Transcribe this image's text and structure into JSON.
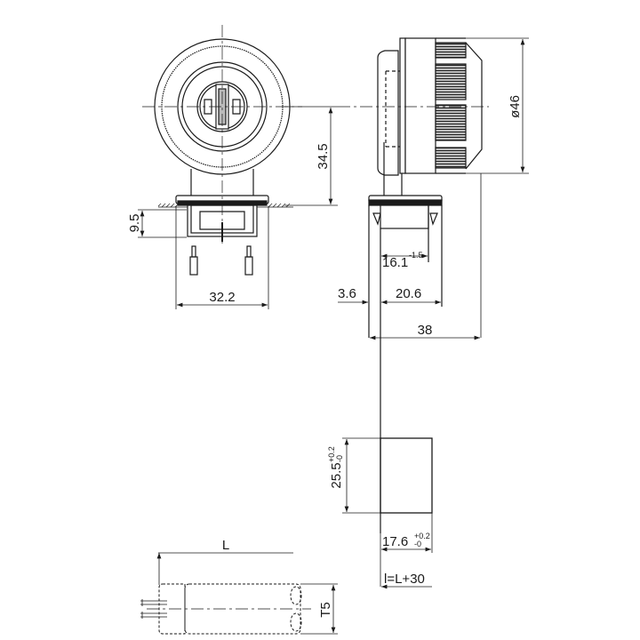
{
  "drawing": {
    "front_view": {
      "height_label": "34.5",
      "depth_label": "9.5",
      "width_label": "32.2"
    },
    "side_view": {
      "diameter_label": "ø46",
      "inner_label": "16.1",
      "inner_tolerance": "-1.5",
      "offset_label": "3.6",
      "mid_label": "20.6",
      "total_label": "38"
    },
    "cutout": {
      "height_label": "25.5",
      "height_tol_plus": "+0.2",
      "height_tol_minus": "-0",
      "width_label": "17.6",
      "width_tol_plus": "+0.2",
      "width_tol_minus": "-0",
      "length_formula": "l=L+30"
    },
    "tube": {
      "length_label": "L",
      "type_label": "T5"
    },
    "colors": {
      "line": "#1a1a1a",
      "background": "#ffffff"
    }
  }
}
